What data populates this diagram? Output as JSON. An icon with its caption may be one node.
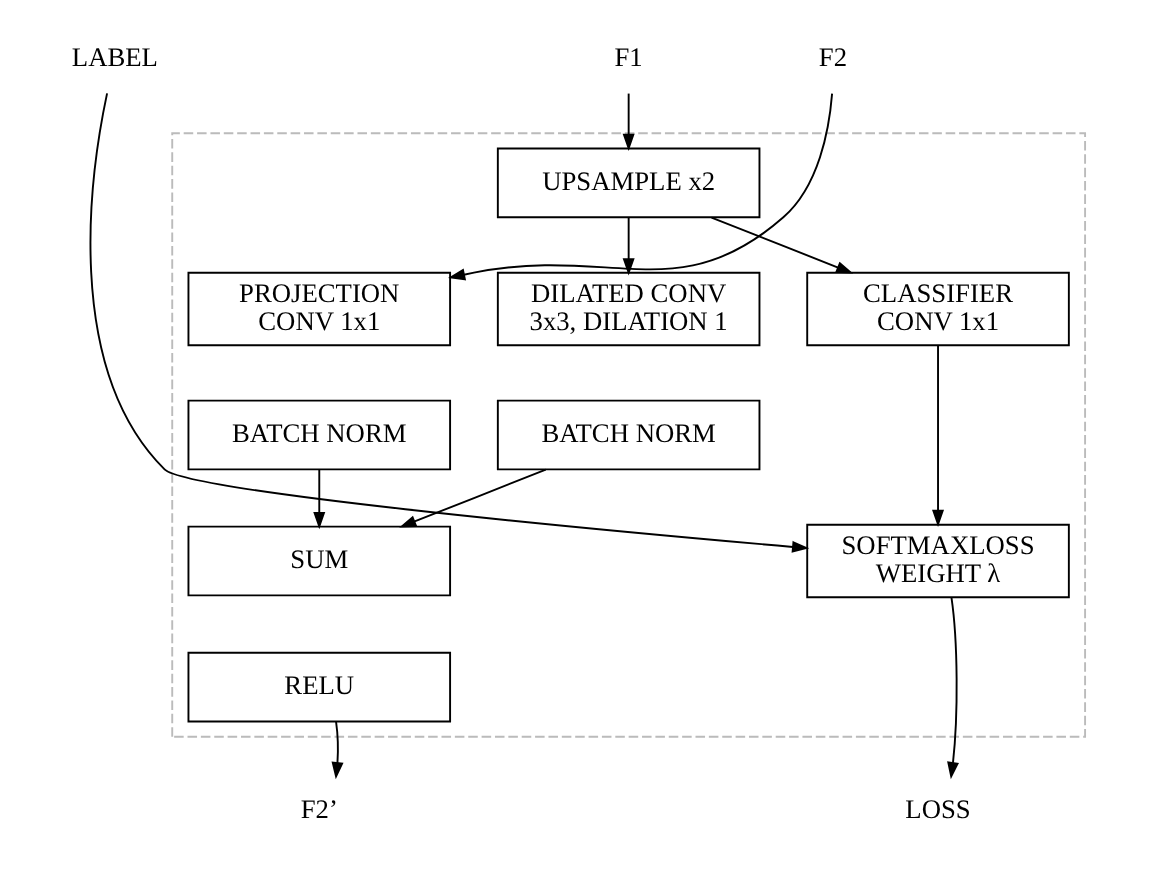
{
  "diagram": {
    "nodes": [
      {
        "text": [
          "LABEL"
        ]
      },
      {
        "text": [
          "F1"
        ]
      },
      {
        "text": [
          "F2"
        ]
      },
      {
        "text": [],
        "shape": "box"
      },
      {
        "text": [
          "UPSAMPLE x2"
        ],
        "in": 3
      },
      {
        "text": [
          "CLASSIFIER CONV 1x1"
        ],
        "in": 3
      },
      {
        "text": [
          "DILATED CONV 3x3, DILATION 1"
        ],
        "in": 3
      },
      {
        "text": [
          "PROJECTION CONV 1x1"
        ],
        "in": 3
      },
      {
        "text": [
          "BATCH NORM"
        ],
        "in": 3
      },
      {
        "text": [
          "BATCH NORM"
        ],
        "in": 3
      },
      {
        "text": [
          "SOFTMAXLOSS WEIGHT λ"
        ],
        "in": 3
      },
      {
        "text": [
          "SUM"
        ],
        "in": 3
      },
      {
        "text": [
          "RELU"
        ],
        "in": 3
      },
      {
        "text": [
          "LOSS"
        ]
      },
      {
        "text": [
          "F2’"
        ]
      }
    ],
    "edges": [
      {
        "from": 1,
        "to": 4,
        "arrow": "to"
      },
      {
        "from": 4,
        "to": 5,
        "arrow": "to"
      },
      {
        "from": 4,
        "to": 6,
        "arrow": "to"
      },
      {
        "from": 2,
        "to": 7,
        "arrow": "to"
      },
      {
        "from": 0,
        "to": 10,
        "arrow": "to"
      },
      {
        "from": 5,
        "to": 10,
        "arrow": "to"
      },
      {
        "from": 8,
        "to": 11,
        "arrow": "to"
      },
      {
        "from": 9,
        "to": 11,
        "arrow": "to"
      },
      {
        "from": 10,
        "to": 13,
        "arrow": "to"
      },
      {
        "from": 12,
        "to": 14,
        "arrow": "to"
      }
    ]
  }
}
